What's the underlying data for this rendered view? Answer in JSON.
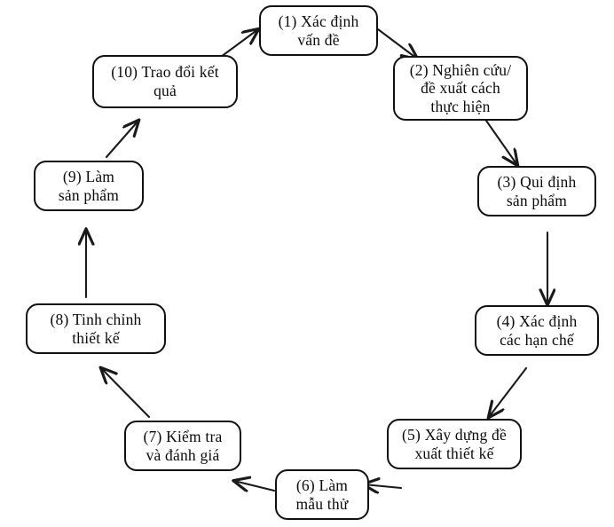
{
  "diagram": {
    "type": "cycle-flowchart",
    "title": "",
    "orientation": "clockwise",
    "node_count": 10,
    "arrow_count": 10,
    "colors": {
      "background": "#ffffff",
      "node_border": "#111111",
      "node_fill": "#ffffff",
      "text": "#0b0b0b",
      "arrow": "#1a1a1a"
    },
    "nodes": [
      {
        "id": "node-1",
        "label": "(1) Xác định\nvấn đề"
      },
      {
        "id": "node-2",
        "label": "(2) Nghiên cứu/\nđề xuất cách\nthực hiện"
      },
      {
        "id": "node-3",
        "label": "(3) Qui định\nsản phẩm"
      },
      {
        "id": "node-4",
        "label": "(4) Xác định\ncác hạn chế"
      },
      {
        "id": "node-5",
        "label": "(5) Xây dựng đề\nxuất thiết kế"
      },
      {
        "id": "node-6",
        "label": "(6) Làm\nmẫu thử"
      },
      {
        "id": "node-7",
        "label": "(7) Kiểm tra\nvà đánh giá"
      },
      {
        "id": "node-8",
        "label": "(8) Tinh chỉnh\nthiết kế"
      },
      {
        "id": "node-9",
        "label": "(9) Làm\nsản phẩm"
      },
      {
        "id": "node-10",
        "label": "(10) Trao đổi kết\nquả"
      }
    ],
    "edges": [
      {
        "id": "edge-10-1",
        "from": "node-10",
        "to": "node-1",
        "direction": "up-right"
      },
      {
        "id": "edge-1-2",
        "from": "node-1",
        "to": "node-2",
        "direction": "down-right"
      },
      {
        "id": "edge-2-3",
        "from": "node-2",
        "to": "node-3",
        "direction": "down-right"
      },
      {
        "id": "edge-3-4",
        "from": "node-3",
        "to": "node-4",
        "direction": "down"
      },
      {
        "id": "edge-4-5",
        "from": "node-4",
        "to": "node-5",
        "direction": "down-left"
      },
      {
        "id": "edge-5-6",
        "from": "node-5",
        "to": "node-6",
        "direction": "left"
      },
      {
        "id": "edge-6-7",
        "from": "node-6",
        "to": "node-7",
        "direction": "up-left"
      },
      {
        "id": "edge-7-8",
        "from": "node-7",
        "to": "node-8",
        "direction": "up-left"
      },
      {
        "id": "edge-8-9",
        "from": "node-8",
        "to": "node-9",
        "direction": "up"
      },
      {
        "id": "edge-9-10",
        "from": "node-9",
        "to": "node-10",
        "direction": "up-right"
      }
    ]
  }
}
